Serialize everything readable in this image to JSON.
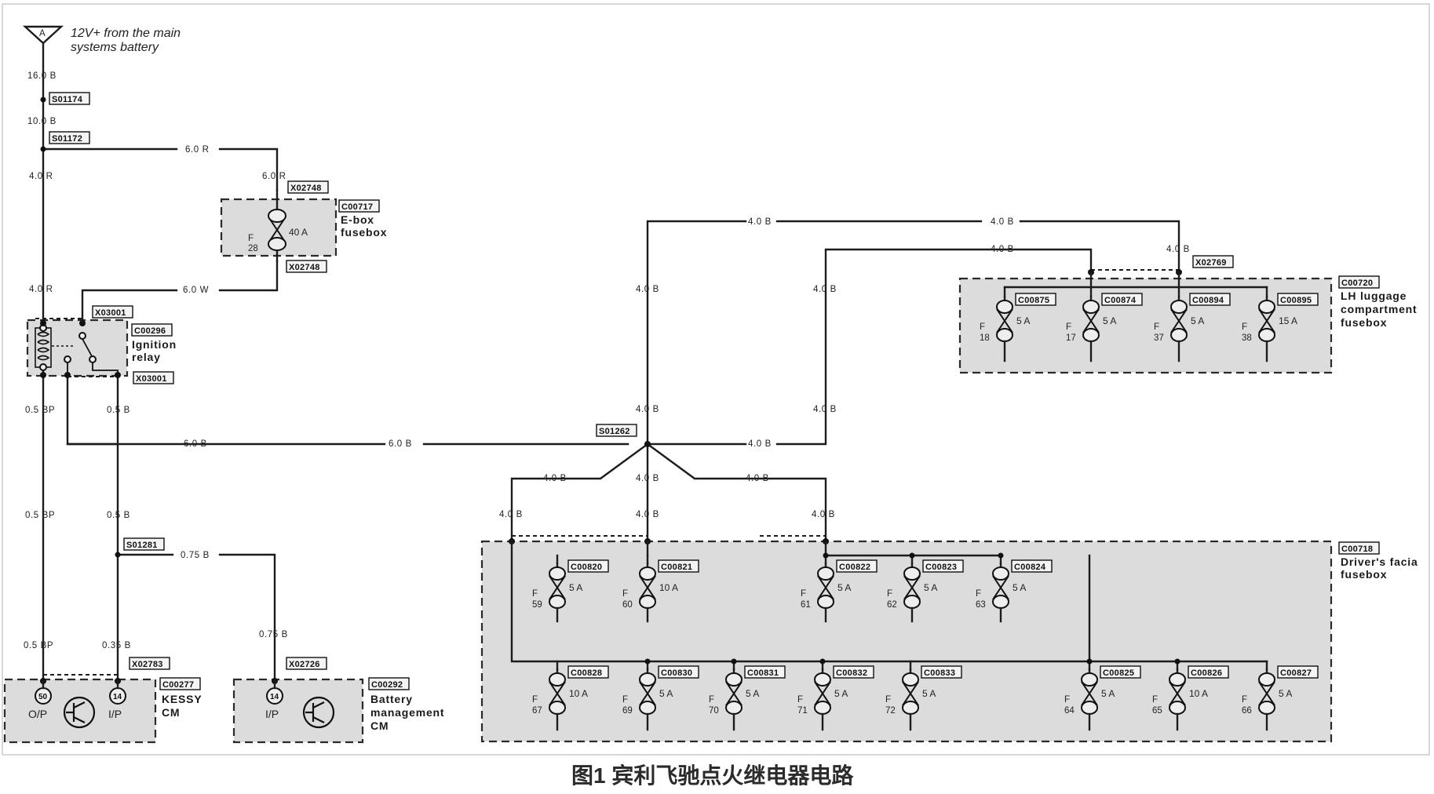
{
  "caption": "图1 宾利飞驰点火继电器电路",
  "source": {
    "letter": "A",
    "line1": "12V+ from the main",
    "line2": "systems battery"
  },
  "tags": {
    "s01174": "S01174",
    "s01172": "S01172",
    "x02748": "X02748",
    "c00717": "C00717",
    "x03001": "X03001",
    "c00296": "C00296",
    "s01281": "S01281",
    "x02783": "X02783",
    "c00277": "C00277",
    "x02726": "X02726",
    "c00292": "C00292",
    "s01262": "S01262",
    "x02769": "X02769",
    "c00720": "C00720",
    "c00718": "C00718"
  },
  "components": {
    "ebox": [
      "E-box",
      "fusebox"
    ],
    "relay": [
      "Ignition",
      "relay"
    ],
    "kessy": [
      "KESSY",
      "CM"
    ],
    "bms": [
      "Battery",
      "management",
      "CM"
    ],
    "lh": [
      "LH luggage",
      "compartment",
      "fusebox"
    ],
    "df": [
      "Driver's facia",
      "fusebox"
    ]
  },
  "ebox_fuse": {
    "amp": "40 A",
    "f": "F",
    "num": "28"
  },
  "wires": {
    "w16B": "16.0 B",
    "w10B": "10.0 B",
    "w6R": "6.0 R",
    "w4R": "4.0 R",
    "w6W": "6.0 W",
    "w05BP": "0.5 BP",
    "w05B": "0.5 B",
    "w6B": "6.0 B",
    "w075B": "0.75 B",
    "w035B": "0.35 B",
    "w4B": "4.0 B"
  },
  "kessy_pins": {
    "p1": "50",
    "p2": "14",
    "l1": "O/P",
    "l2": "I/P"
  },
  "bms_pins": {
    "p1": "14",
    "l1": "I/P"
  },
  "lh_fuses": [
    {
      "tag": "C00875",
      "amp": "5 A",
      "f": "F",
      "num": "18"
    },
    {
      "tag": "C00874",
      "amp": "5 A",
      "f": "F",
      "num": "17"
    },
    {
      "tag": "C00894",
      "amp": "5 A",
      "f": "F",
      "num": "37"
    },
    {
      "tag": "C00895",
      "amp": "15 A",
      "f": "F",
      "num": "38"
    }
  ],
  "df_top": [
    {
      "tag": "C00820",
      "amp": "5 A",
      "f": "F",
      "num": "59"
    },
    {
      "tag": "C00821",
      "amp": "10 A",
      "f": "F",
      "num": "60"
    },
    {
      "tag": "C00822",
      "amp": "5 A",
      "f": "F",
      "num": "61"
    },
    {
      "tag": "C00823",
      "amp": "5 A",
      "f": "F",
      "num": "62"
    },
    {
      "tag": "C00824",
      "amp": "5 A",
      "f": "F",
      "num": "63"
    }
  ],
  "df_bottom": [
    {
      "tag": "C00828",
      "amp": "10 A",
      "f": "F",
      "num": "67"
    },
    {
      "tag": "C00830",
      "amp": "5 A",
      "f": "F",
      "num": "69"
    },
    {
      "tag": "C00831",
      "amp": "5 A",
      "f": "F",
      "num": "70"
    },
    {
      "tag": "C00832",
      "amp": "5 A",
      "f": "F",
      "num": "71"
    },
    {
      "tag": "C00833",
      "amp": "5 A",
      "f": "F",
      "num": "72"
    },
    {
      "tag": "C00825",
      "amp": "5 A",
      "f": "F",
      "num": "64"
    },
    {
      "tag": "C00826",
      "amp": "10 A",
      "f": "F",
      "num": "65"
    },
    {
      "tag": "C00827",
      "amp": "5 A",
      "f": "F",
      "num": "66"
    }
  ]
}
